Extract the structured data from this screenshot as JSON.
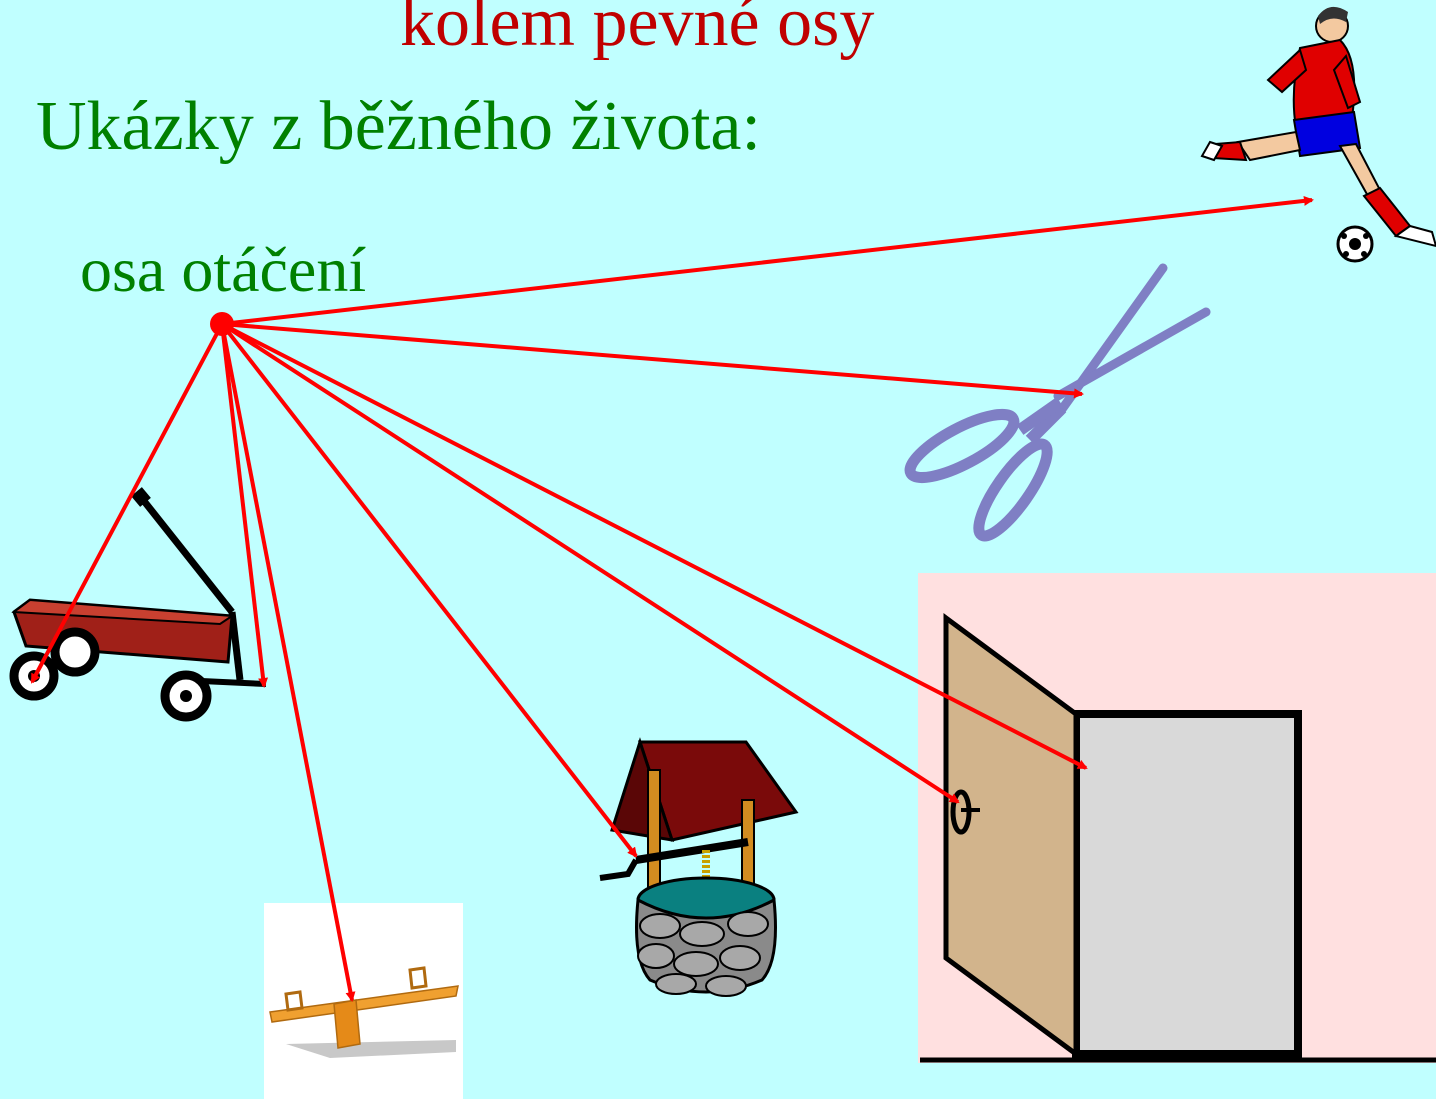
{
  "slide": {
    "title_partial": "kolem pevné osy",
    "subtitle": "Ukázky z běžného života:",
    "axis_label": "osa otáčení"
  },
  "colors": {
    "background": "#c0ffff",
    "title": "#c00000",
    "subtitle": "#008000",
    "arrows": "#ff0000",
    "door_panel": "#ffe0e0",
    "door_leaf": "#d2b48c",
    "doorway": "#d9d9d9",
    "scissors": "#7f7fc4"
  },
  "illustrations": [
    "soccer-player-icon",
    "scissors-icon",
    "wagon-icon",
    "seesaw-icon",
    "well-icon",
    "door-icon"
  ]
}
